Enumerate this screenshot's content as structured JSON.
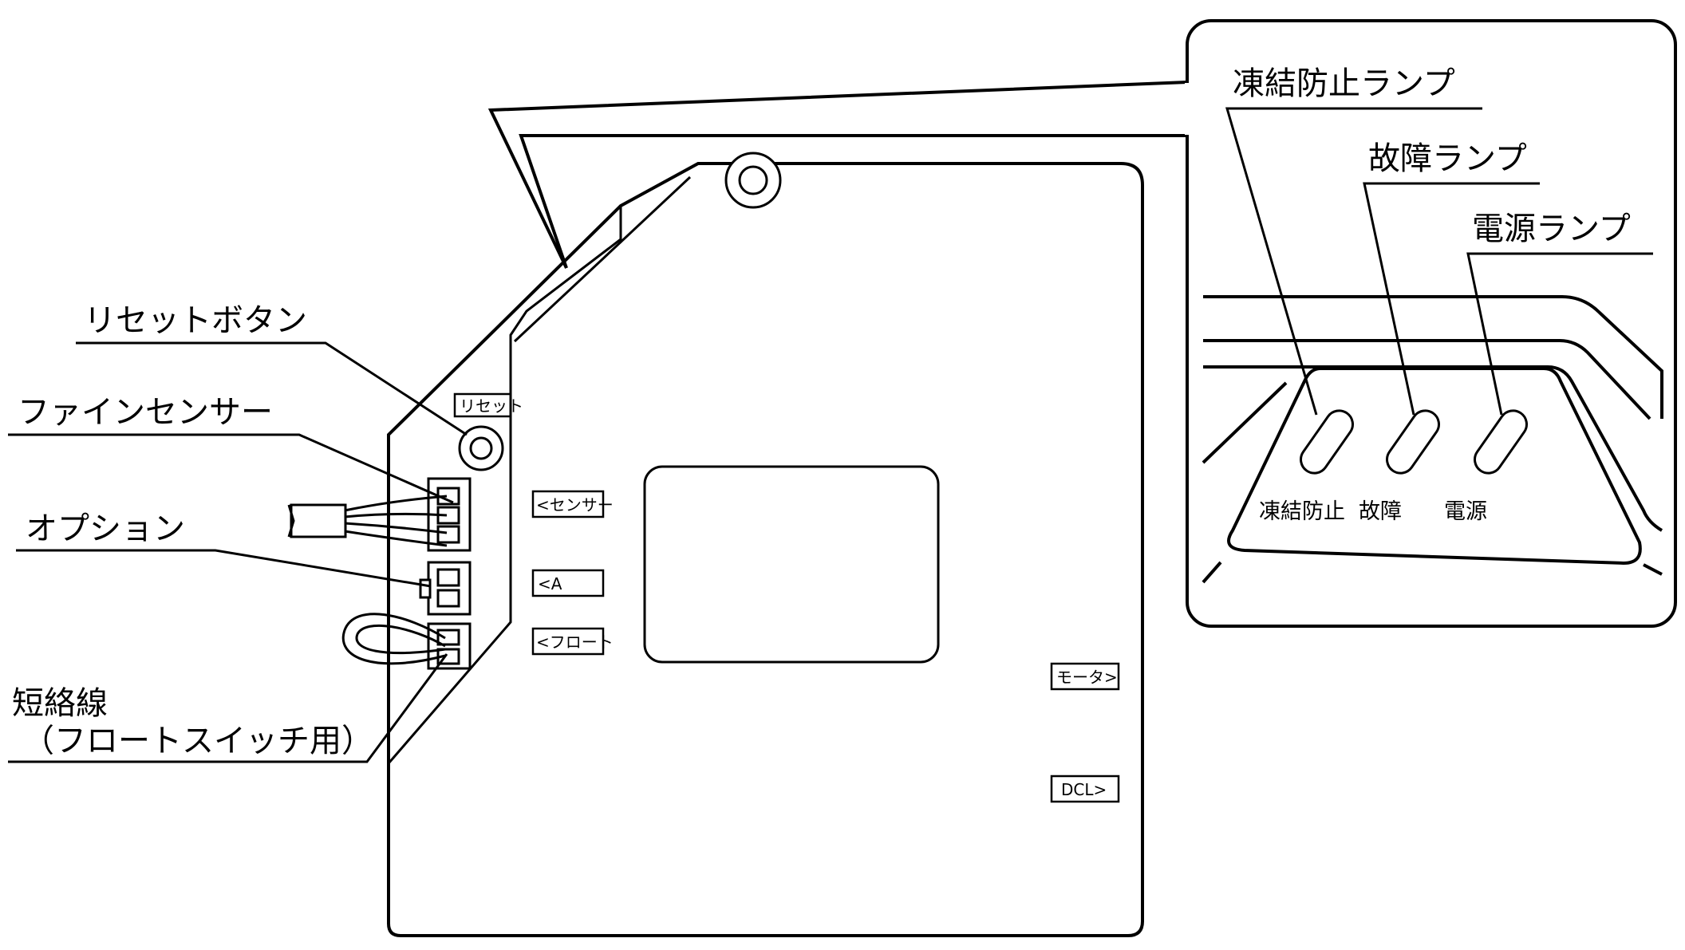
{
  "callouts": {
    "reset_button": "リセットボタン",
    "fine_sensor": "ファインセンサー",
    "option": "オプション",
    "short_wire_line1": "短絡線",
    "short_wire_line2": "（フロートスイッチ用）",
    "freeze_lamp": "凍結防止ランプ",
    "fault_lamp": "故障ランプ",
    "power_lamp": "電源ランプ"
  },
  "board_labels": {
    "reset": "リセット",
    "sensor": "<センサー",
    "a": "<A",
    "float": "<フロート",
    "motor": "モータ>",
    "dcl": "DCL>"
  },
  "lamp_labels": {
    "freeze": "凍結防止",
    "fault": "故障",
    "power": "電源"
  }
}
